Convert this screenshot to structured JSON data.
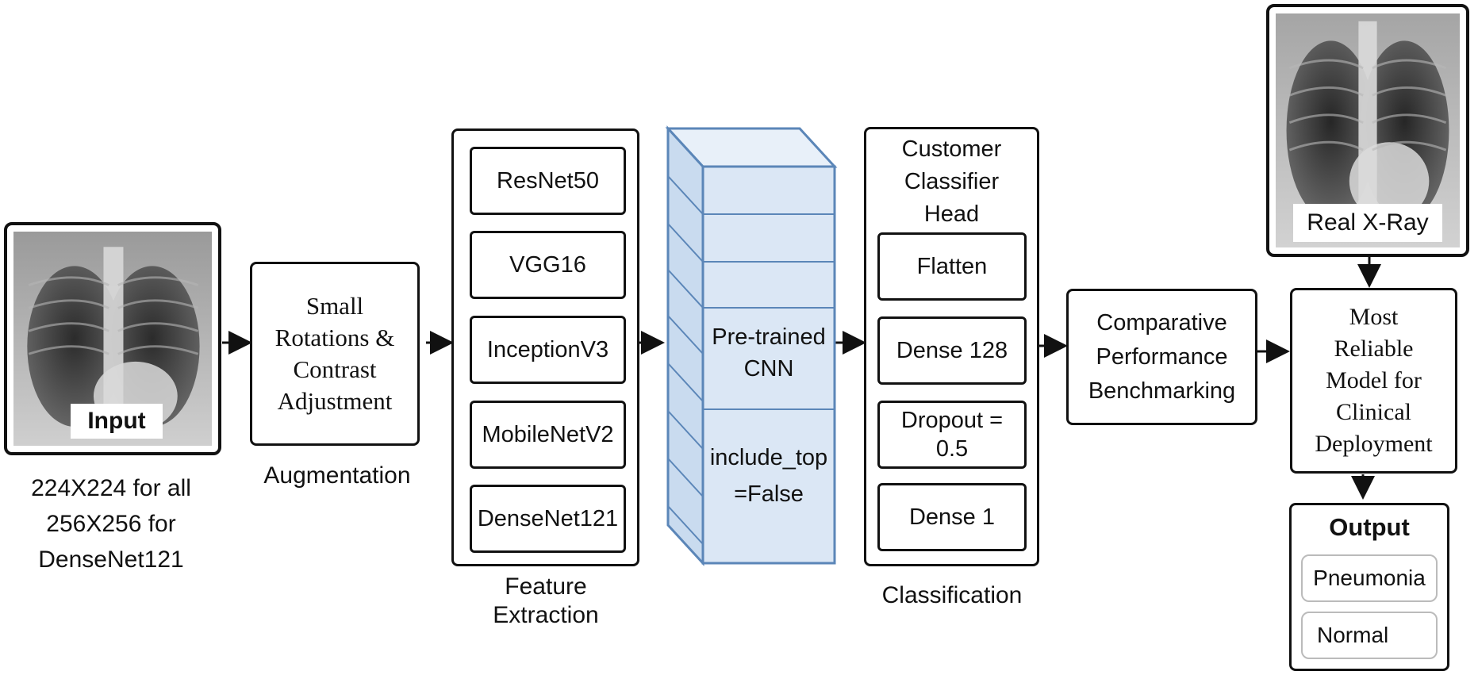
{
  "input": {
    "label": "Input",
    "sizes": [
      "224X224 for all",
      "256X256 for",
      "DenseNet121"
    ]
  },
  "augmentation": {
    "lines": [
      "Small",
      "Rotations &",
      "Contrast",
      "Adjustment"
    ],
    "caption": "Augmentation"
  },
  "feature_extraction": {
    "models": [
      "ResNet50",
      "VGG16",
      "InceptionV3",
      "MobileNetV2",
      "DenseNet121"
    ],
    "caption": [
      "Feature",
      "Extraction"
    ]
  },
  "cnn_block": {
    "lines_top": [
      "Pre-trained",
      "CNN"
    ],
    "lines_bottom": [
      "include_top",
      "=False"
    ],
    "fill_color": "#dbe7f5",
    "stroke_color": "#5b86b8"
  },
  "classification": {
    "title": [
      "Customer",
      "Classifier",
      "Head"
    ],
    "layers": [
      "Flatten",
      "Dense 128",
      "Dropout =\n0.5",
      "Dense 1"
    ],
    "caption": "Classification"
  },
  "benchmark": {
    "lines": [
      "Comparative",
      "Performance",
      "Benchmarking"
    ]
  },
  "real_xray": {
    "label": "Real X-Ray"
  },
  "reliable_model": {
    "lines": [
      "Most",
      "Reliable",
      "Model for",
      "Clinical",
      "Deployment"
    ]
  },
  "output": {
    "title": "Output",
    "classes": [
      "Pneumonia",
      "Normal"
    ]
  }
}
